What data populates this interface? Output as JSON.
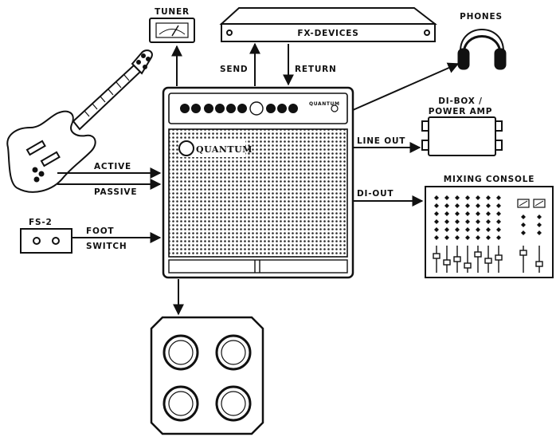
{
  "labels": {
    "tuner": "TUNER",
    "fx_devices": "FX-DEVICES",
    "phones": "PHONES",
    "send": "SEND",
    "return": "RETURN",
    "di_box_line1": "DI-BOX /",
    "di_box_line2": "POWER AMP",
    "line_out": "LINE OUT",
    "di_out": "DI-OUT",
    "mixing_console": "MIXING CONSOLE",
    "active": "ACTIVE",
    "passive": "PASSIVE",
    "fs2": "FS-2",
    "foot": "FOOT",
    "switch": "SWITCH"
  },
  "amp": {
    "brand": "QUANTUM",
    "panel_brand": "QUANTUM"
  },
  "colors": {
    "ink": "#111111",
    "background": "#ffffff",
    "grille": "#2a2a2a"
  }
}
